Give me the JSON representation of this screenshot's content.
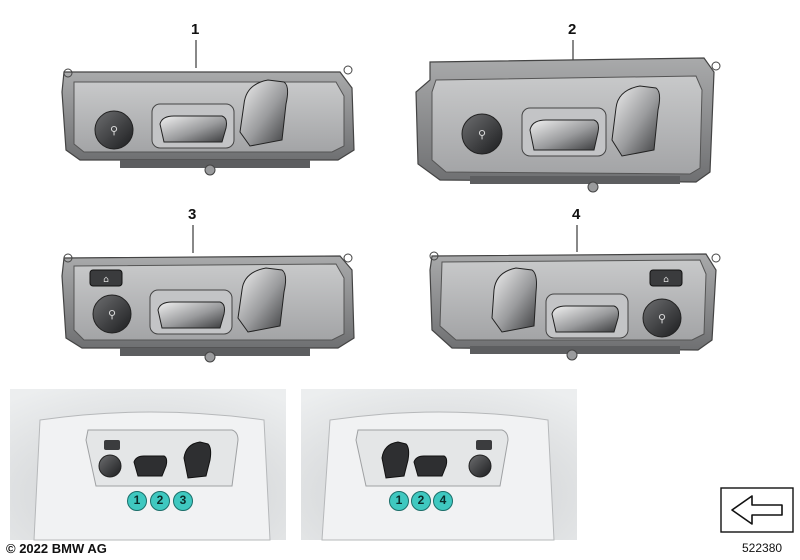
{
  "callouts": {
    "c1": "1",
    "c2": "2",
    "c3": "3",
    "c4": "4"
  },
  "insets": {
    "left": {
      "badges": [
        "1",
        "2",
        "3"
      ]
    },
    "right": {
      "badges": [
        "1",
        "2",
        "4"
      ]
    }
  },
  "footer": {
    "copyright": "© 2022 BMW AG",
    "diagram_number": "522380"
  },
  "icons": [
    "memory-seat-button-icon",
    "rotary-controller-icon",
    "seat-back-switch-icon",
    "seat-cushion-switch-icon",
    "direction-arrow-icon"
  ],
  "colors": {
    "badge_fill": "#3fc8c0",
    "housing": "#8d8e90",
    "panel": "#b9babb",
    "trim": "#dcdedf"
  }
}
